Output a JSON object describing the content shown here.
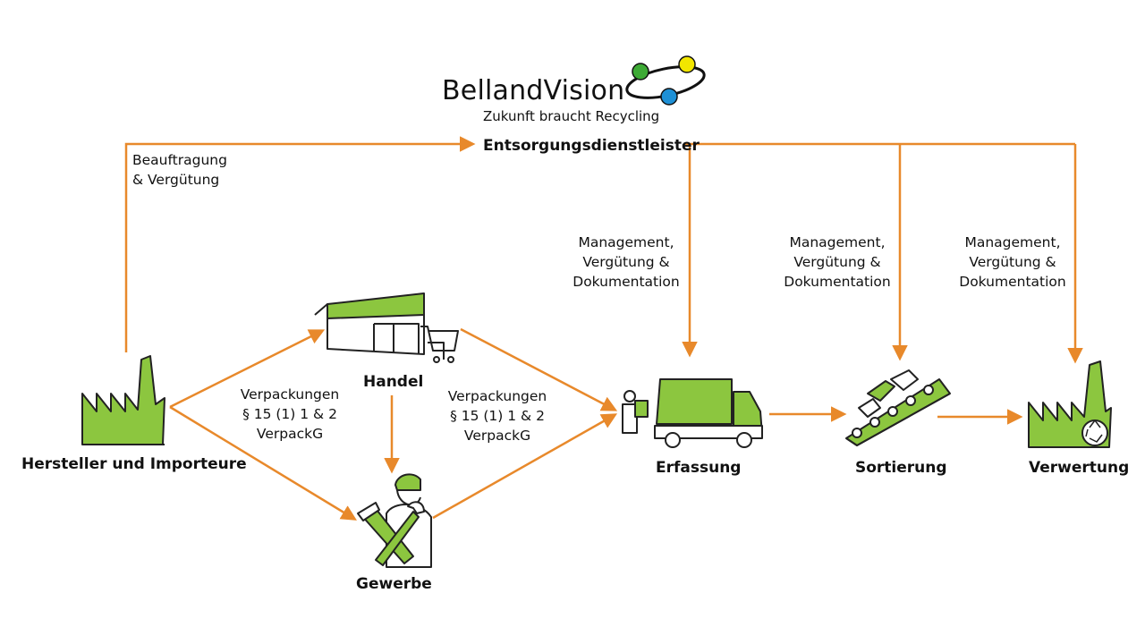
{
  "logo": {
    "name": "BellandVision",
    "tagline": "Zukunft braucht Recycling"
  },
  "colors": {
    "arrow": "#E8892B",
    "green": "#8CC63F",
    "ink": "#222222",
    "logo_green": "#3DAA35",
    "logo_yellow": "#F2E600",
    "logo_blue": "#1E90D6"
  },
  "nodes": {
    "entsorgung": "Entsorgungsdienstleister",
    "hersteller": "Hersteller und Importeure",
    "handel": "Handel",
    "gewerbe": "Gewerbe",
    "erfassung": "Erfassung",
    "sortierung": "Sortierung",
    "verwertung": "Verwertung"
  },
  "labels": {
    "beauftragung": [
      "Beauftragung",
      "& Vergütung"
    ],
    "verpackungen_left": [
      "Verpackungen",
      "§ 15 (1) 1 & 2",
      "VerpackG"
    ],
    "verpackungen_right": [
      "Verpackungen",
      "§ 15 (1) 1 & 2",
      "VerpackG"
    ],
    "management_1": [
      "Management,",
      "Vergütung &",
      "Dokumentation"
    ],
    "management_2": [
      "Management,",
      "Vergütung &",
      "Dokumentation"
    ],
    "management_3": [
      "Management,",
      "Vergütung &",
      "Dokumentation"
    ]
  }
}
